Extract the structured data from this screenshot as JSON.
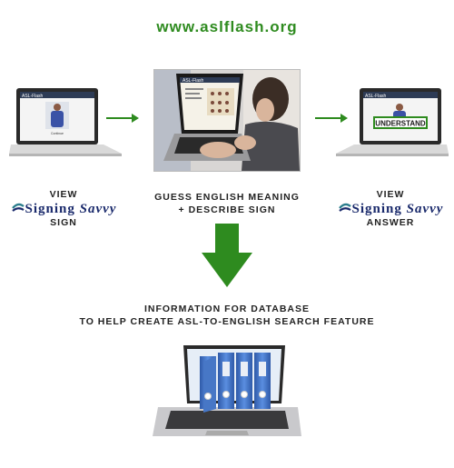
{
  "header": {
    "url": "www.aslflash.org"
  },
  "steps": {
    "left": {
      "line1": "VIEW",
      "brand": "Signing",
      "brand_italic": "Savvy",
      "line2": "SIGN",
      "screen_title": "ASL-Flash",
      "screen_word": "Continue"
    },
    "center": {
      "line1": "GUESS ENGLISH MEANING",
      "line2": "+ DESCRIBE SIGN",
      "screen_title": "ASL-Flash"
    },
    "right": {
      "line1": "VIEW",
      "brand": "Signing",
      "brand_italic": "Savvy",
      "line2": "ANSWER",
      "screen_title": "ASL-Flash",
      "screen_word": "UNDERSTAND"
    }
  },
  "result": {
    "line1": "INFORMATION FOR DATABASE",
    "line2": "TO HELP CREATE ASL-TO-ENGLISH SEARCH FEATURE"
  },
  "colors": {
    "arrow": "#2e8b1f",
    "url": "#2e8b1f",
    "binder": "#3f6fc0",
    "brand": "#1a2a6c"
  }
}
